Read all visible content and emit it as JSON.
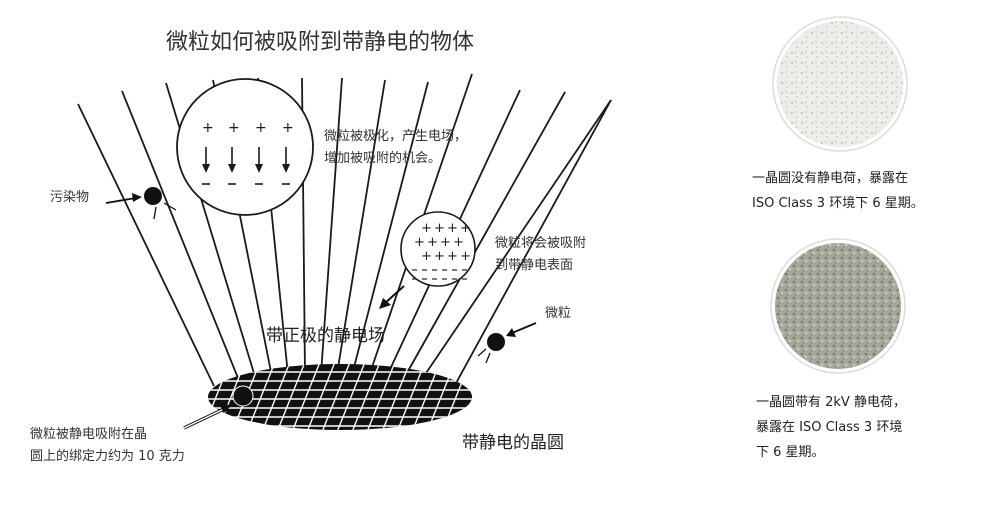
{
  "title": "微粒如何被吸附到带静电的物体",
  "labels": {
    "pollutant": "污染物",
    "polarized_line1": "微粒被极化，产生电场，",
    "polarized_line2": "增加被吸附的机会。",
    "attracted_line1": "微粒将会被吸附",
    "attracted_line2": "到带静电表面",
    "particle": "微粒",
    "field": "带正极的静电场",
    "bond_line1": "微粒被静电吸附在晶",
    "bond_line2": "圆上的绑定力约为 10 克力",
    "wafer": "带静电的晶圆"
  },
  "captions": {
    "no_charge_line1": "一晶圆没有静电荷，暴露在",
    "no_charge_line2": "ISO Class 3 环境下 6 星期。",
    "charged_line1": "一晶圆带有 2kV 静电荷，",
    "charged_line2": "暴露在 ISO Class 3 环境",
    "charged_line3": "下 6 星期。"
  },
  "symbols": {
    "plus": "+",
    "minus": "−"
  },
  "colors": {
    "line": "#1a1a1a",
    "wafer": "#111111",
    "clean_wafer": "#e6e6e3",
    "dirty_wafer": "#a9aa9e"
  }
}
